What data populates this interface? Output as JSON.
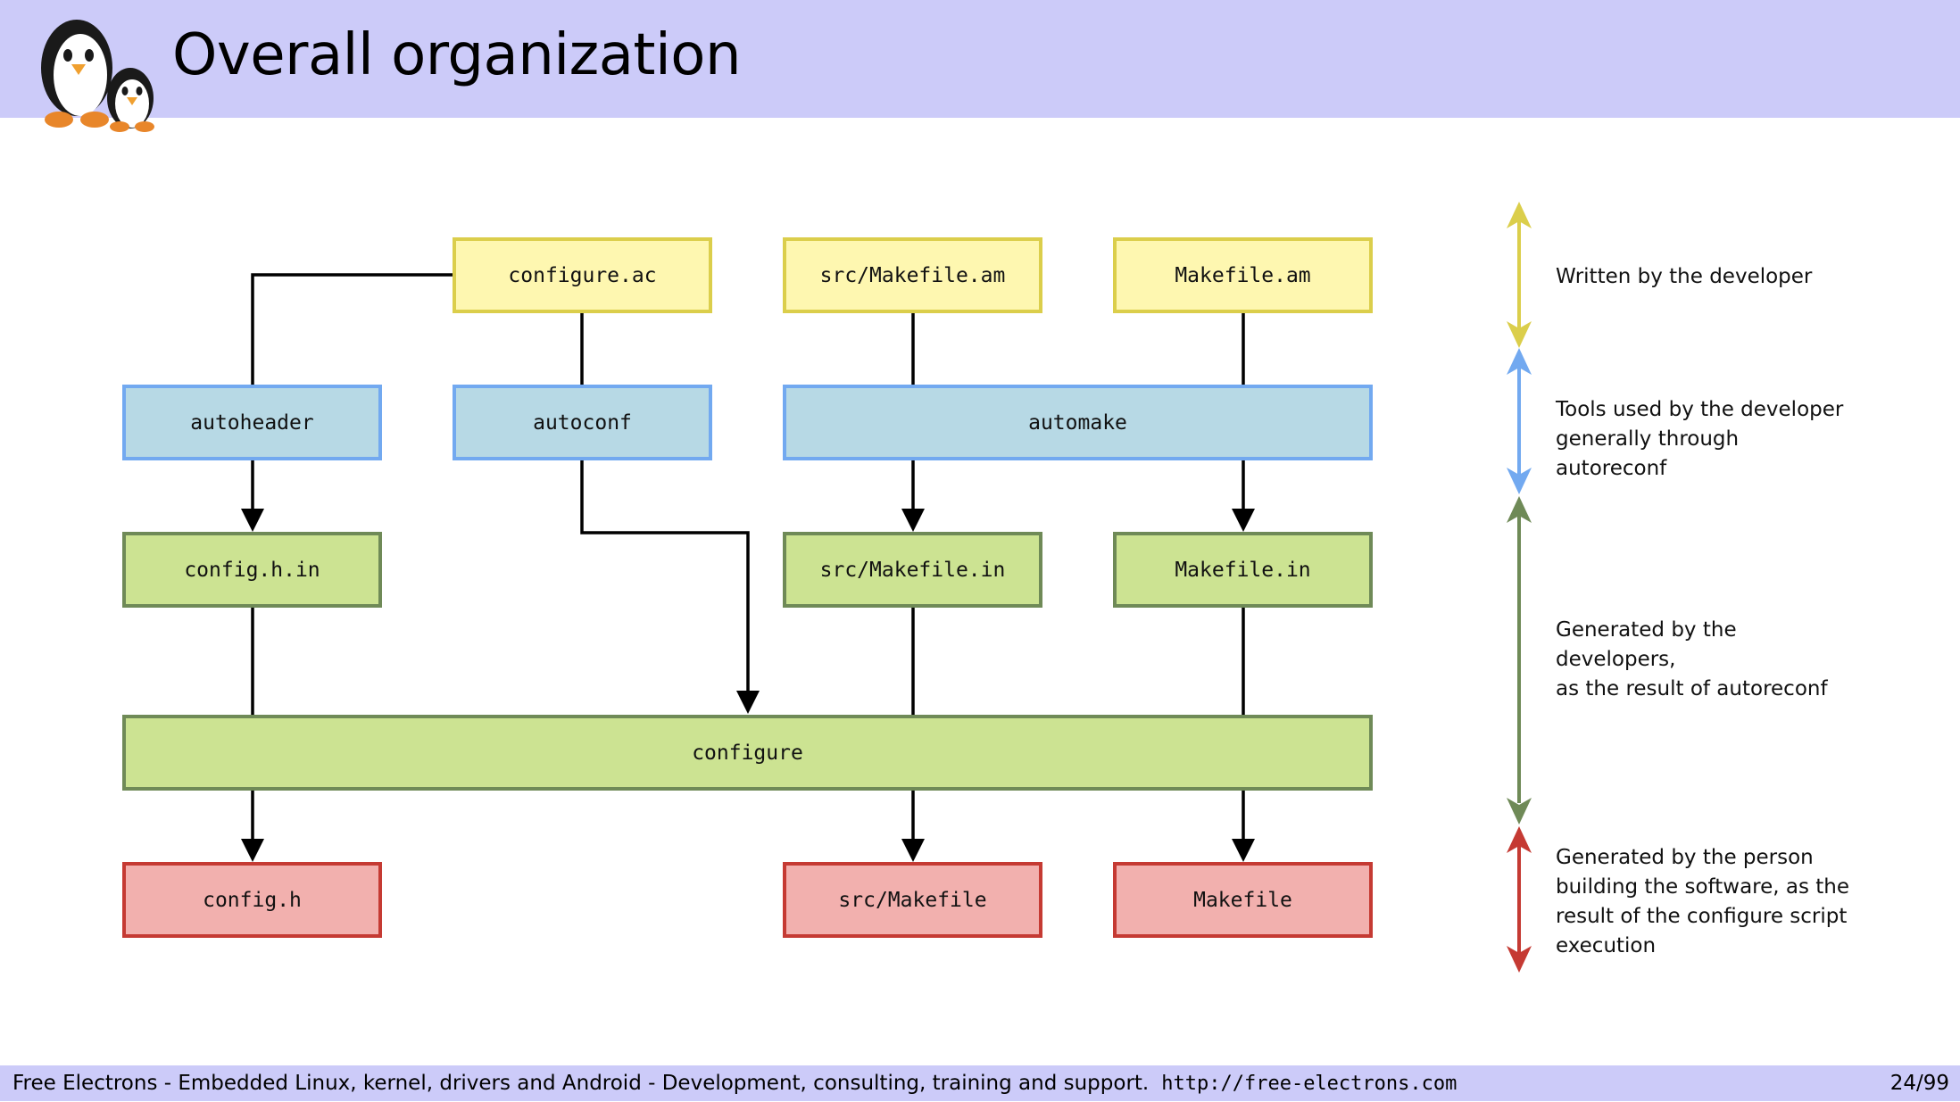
{
  "header": {
    "title": "Overall organization"
  },
  "diagram": {
    "nodes": {
      "configure_ac": "configure.ac",
      "src_makefile_am": "src/Makefile.am",
      "makefile_am": "Makefile.am",
      "autoheader": "autoheader",
      "autoconf": "autoconf",
      "automake": "automake",
      "config_h_in": "config.h.in",
      "src_makefile_in": "src/Makefile.in",
      "makefile_in": "Makefile.in",
      "configure": "configure",
      "config_h": "config.h",
      "src_makefile": "src/Makefile",
      "makefile": "Makefile"
    },
    "colors": {
      "developer": "#dbce4b",
      "tools": "#72a9f0",
      "generated_dev": "#6f8a57",
      "generated_build": "#c53a33"
    }
  },
  "legend": {
    "written": "Written by the developer",
    "tools_1": "Tools used by the developer",
    "tools_2": "generally through autoreconf",
    "generated_dev_1": "Generated by the developers,",
    "generated_dev_2": "as the result of autoreconf",
    "generated_build_1": "Generated by the person",
    "generated_build_2": "building the software, as the",
    "generated_build_3": "result of the configure script",
    "generated_build_4": "execution"
  },
  "footer": {
    "text": "Free Electrons - Embedded Linux, kernel, drivers and Android - Development, consulting, training and support.",
    "url": "http://free-electrons.com",
    "page": "24/99"
  }
}
